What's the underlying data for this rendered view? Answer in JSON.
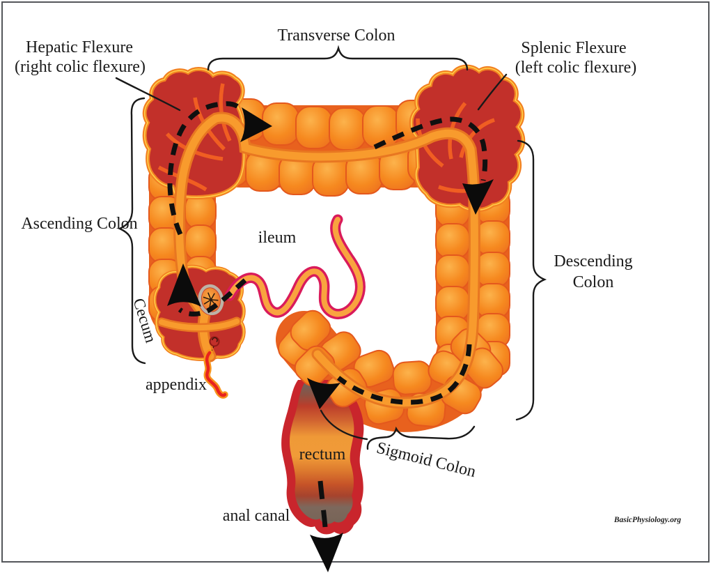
{
  "diagram": {
    "subject": "Large intestine (colon) anatomy with direction of flow",
    "labels": {
      "transverse_colon": "Transverse Colon",
      "hepatic_flexure_title": "Hepatic Flexure",
      "hepatic_flexure_sub": "(right colic flexure)",
      "splenic_flexure_title": "Splenic Flexure",
      "splenic_flexure_sub": "(left colic flexure)",
      "ascending_colon": "Ascending Colon",
      "descending_colon": "Descending Colon",
      "cecum": "Cecum",
      "ileum": "ileum",
      "appendix": "appendix",
      "rectum": "rectum",
      "sigmoid_colon": "Sigmoid Colon",
      "anal_canal": "anal canal"
    },
    "watermark": "BasicPhysiology.org",
    "flow_sequence": [
      "ileum",
      "cecum",
      "ascending colon",
      "hepatic flexure",
      "transverse colon",
      "splenic flexure",
      "descending colon",
      "sigmoid colon",
      "rectum",
      "anal canal"
    ],
    "colors": {
      "pouch_orange": "#F6891F",
      "pouch_highlight": "#FCB34C",
      "crevice_orange": "#E8611E",
      "taenia_band": "#F89B2D",
      "flexure_red": "#C2302A",
      "blob_rim_orange": "#F28122",
      "blob_rim_yellow": "#FFD04A",
      "ileum_outline": "#D91B5B",
      "ileum_fill": "#F9A33F",
      "appendix_red": "#E8231F",
      "rectum_wall": "#C9252C",
      "flow_path_black": "#101010",
      "label_text": "#1A1A1A",
      "frame_border": "#54565A"
    }
  }
}
